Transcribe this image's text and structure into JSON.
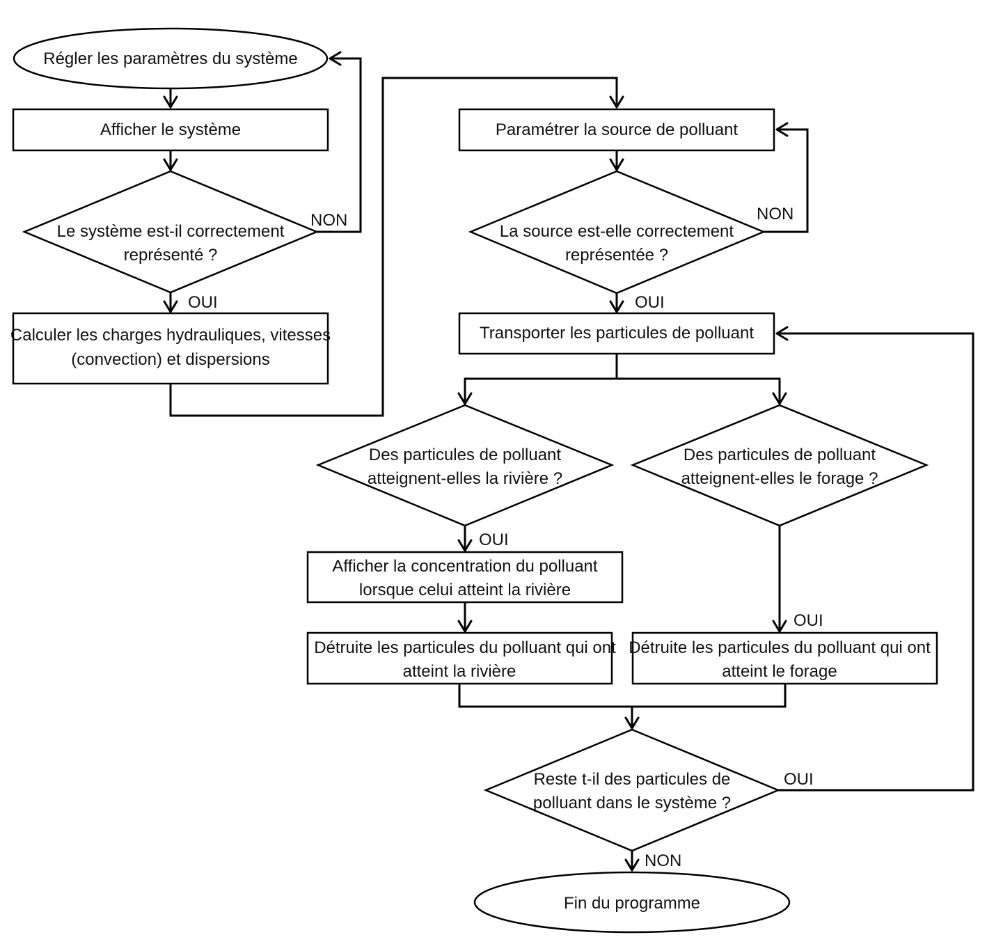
{
  "nodes": {
    "start": "Régler les paramètres du système",
    "show_system": "Afficher le système",
    "check_system_1": "Le système est-il correctement",
    "check_system_2": "représenté ?",
    "compute_1": "Calculer les charges hydrauliques, vitesses",
    "compute_2": "(convection) et dispersions",
    "set_source": "Paramétrer la source de polluant",
    "check_source_1": "La source est-elle correctement",
    "check_source_2": "représentée ?",
    "transport": "Transporter les particules de polluant",
    "reach_river_1": "Des particules de polluant",
    "reach_river_2": "atteignent-elles la rivière ?",
    "reach_well_1": "Des particules de polluant",
    "reach_well_2": "atteignent-elles le forage ?",
    "show_conc_1": "Afficher la concentration du polluant",
    "show_conc_2": "lorsque celui atteint la rivière",
    "destroy_river_1": "Détruite les particules du polluant qui ont",
    "destroy_river_2": "atteint la rivière",
    "destroy_well_1": "Détruite les particules du polluant qui ont",
    "destroy_well_2": "atteint le forage",
    "remaining_1": "Reste t-il des particules de",
    "remaining_2": "polluant dans le système ?",
    "end": "Fin du programme"
  },
  "edge_labels": {
    "no_system": "NON",
    "yes_system": "OUI",
    "no_source": "NON",
    "yes_source": "OUI",
    "yes_river": "OUI",
    "yes_well": "OUI",
    "yes_remaining": "OUI",
    "no_remaining": "NON"
  }
}
